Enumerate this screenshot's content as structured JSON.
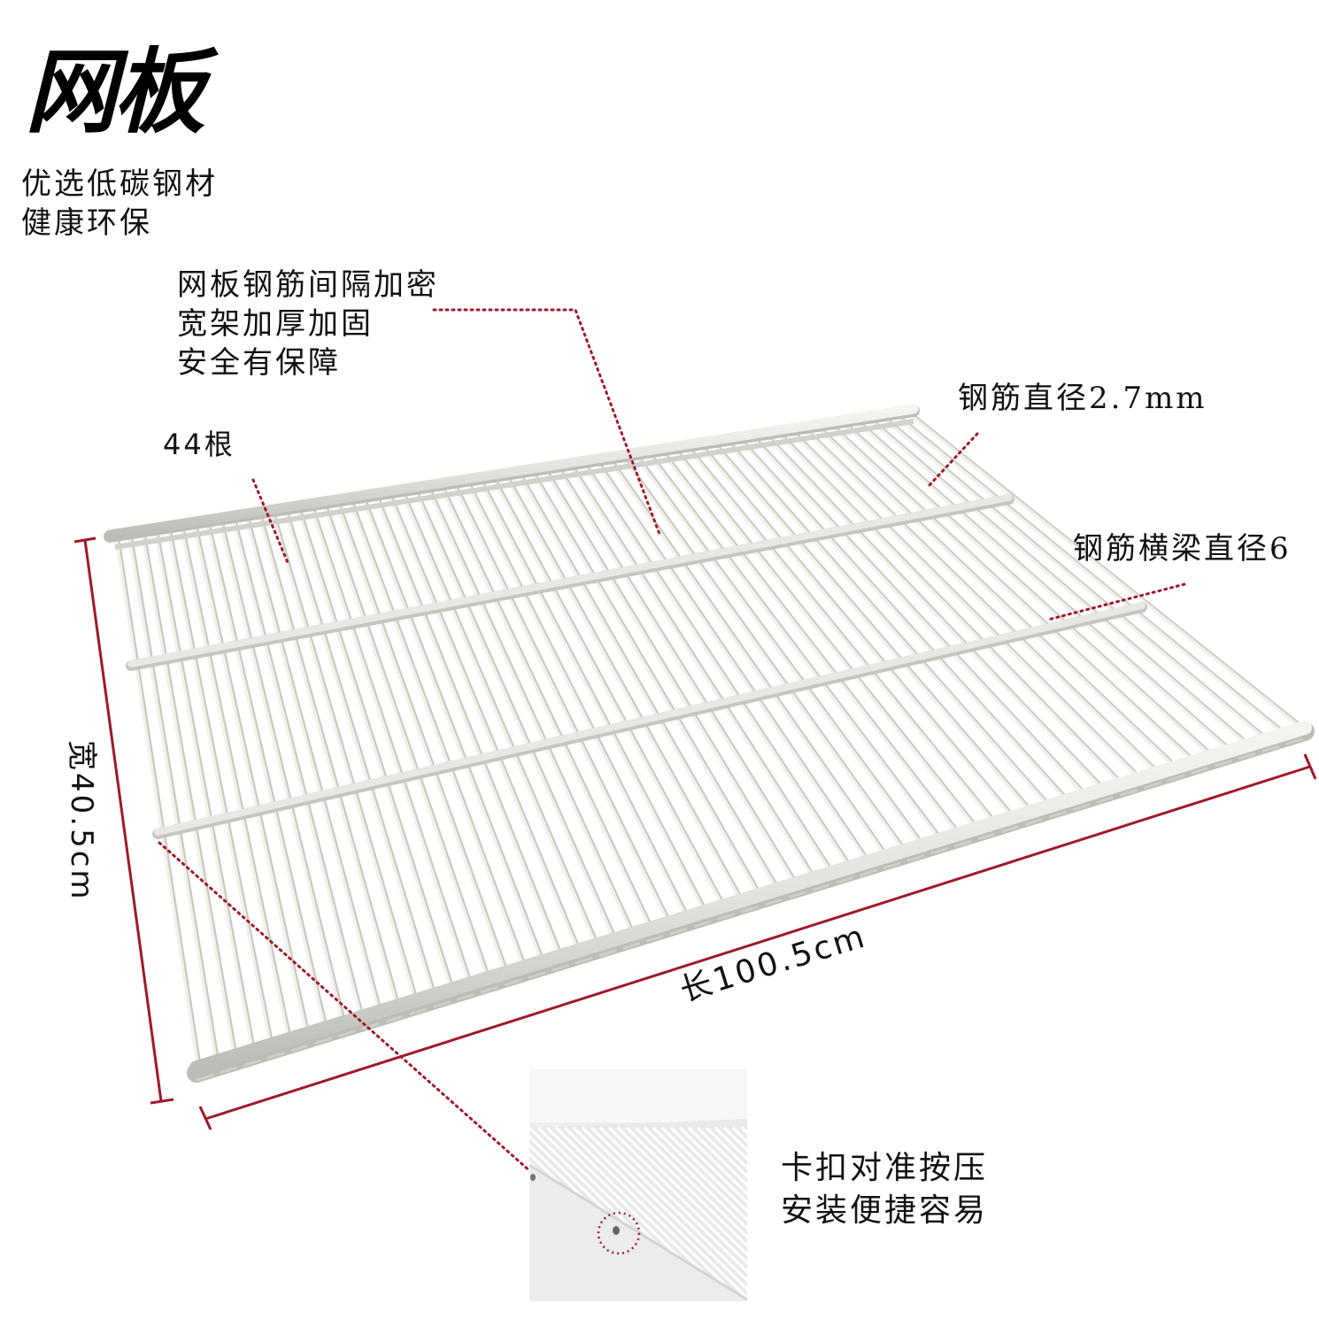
{
  "title": "网板",
  "subtitle": {
    "lines": [
      "优选低碳钢材",
      "健康环保"
    ]
  },
  "callouts": {
    "density": {
      "lines": [
        "网板钢筋间隔加密",
        "宽架加厚加固",
        "安全有保障"
      ]
    },
    "rod_count": {
      "text": "44根"
    },
    "rod_diameter": {
      "text": "钢筋直径2.7mm"
    },
    "beam_diameter": {
      "text": "钢筋横梁直径6"
    },
    "installation": {
      "lines": [
        "卡扣对准按压",
        "安装便捷容易"
      ]
    }
  },
  "dimensions": {
    "width": "宽40.5cm",
    "length": "长100.5cm"
  },
  "colors": {
    "dimension_line": "#a0182a",
    "dotted_leader": "#a0182a",
    "wire": "#f2f1ec",
    "wire_shadow": "#c9c9c4",
    "beam": "#e6e6e2"
  },
  "product": {
    "rod_count": 44,
    "crossbeams": 3
  }
}
